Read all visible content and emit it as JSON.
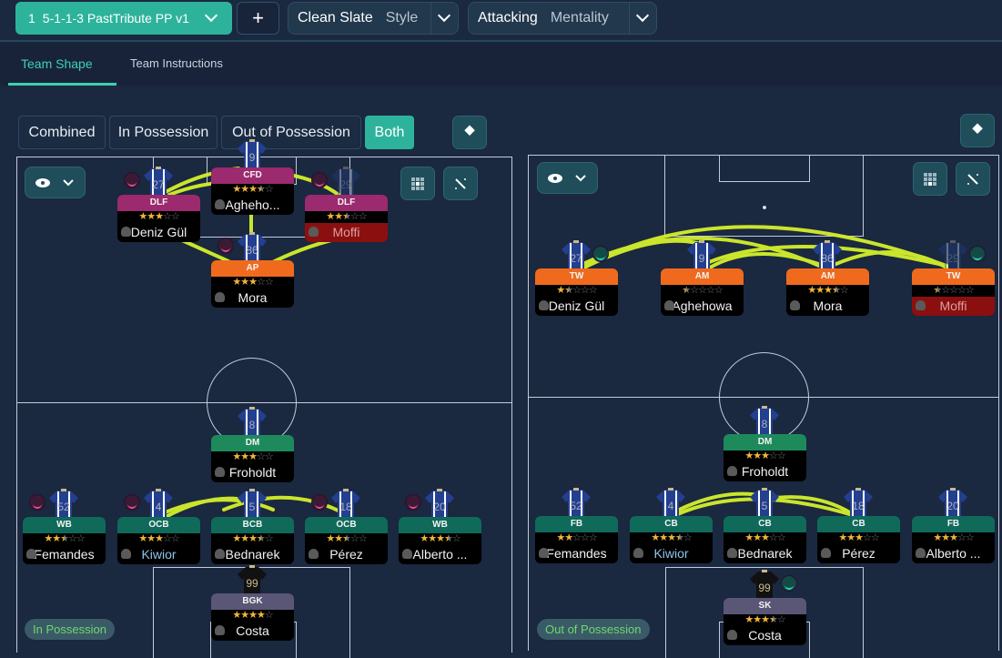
{
  "header": {
    "tactic": {
      "slot": "1",
      "name": "5-1-1-3 PastTribute PP v1"
    },
    "add_label": "+",
    "style": {
      "value": "Clean Slate",
      "label": "Style"
    },
    "mentality": {
      "value": "Attacking",
      "label": "Mentality"
    }
  },
  "tabs": [
    {
      "label": "Team Shape",
      "active": true
    },
    {
      "label": "Team Instructions",
      "active": false
    }
  ],
  "view_modes": [
    {
      "label": "Combined"
    },
    {
      "label": "In Possession"
    },
    {
      "label": "Out of Possession"
    },
    {
      "label": "Both",
      "active": true
    }
  ],
  "colors": {
    "accent": "#2db39c",
    "link": "#d4f02a",
    "role_attack": "#9b2a6e",
    "role_am": "#f06a1e",
    "role_dm": "#1e8a5c",
    "role_def": "#0f6a5a",
    "role_gk": "#5a5676"
  },
  "pitches": [
    {
      "label": "In Possession",
      "players": [
        {
          "number": "9",
          "role": "CFD",
          "rating": 3.5,
          "name": "Agheho...",
          "group": "role_attack"
        },
        {
          "number": "27",
          "role": "DLF",
          "rating": 3,
          "name": "Deniz Gül",
          "group": "role_attack",
          "badge": "pink"
        },
        {
          "number": "29",
          "role": "DLF",
          "rating": 2.5,
          "name": "Moffi",
          "group": "role_attack",
          "badge": "pink",
          "unavailable": true
        },
        {
          "number": "86",
          "role": "AP",
          "rating": 3,
          "name": "Mora",
          "group": "role_am",
          "badge": "pink"
        },
        {
          "number": "8",
          "role": "DM",
          "rating": 3,
          "name": "Froholdt",
          "group": "role_dm"
        },
        {
          "number": "52",
          "role": "WB",
          "rating": 2.5,
          "name": "Femandes",
          "group": "role_def",
          "badge": "pink"
        },
        {
          "number": "4",
          "role": "OCB",
          "rating": 3,
          "name": "Kiwior",
          "group": "role_def",
          "badge": "pink",
          "highlight": true
        },
        {
          "number": "5",
          "role": "BCB",
          "rating": 3.5,
          "name": "Bednarek",
          "group": "role_def"
        },
        {
          "number": "18",
          "role": "OCB",
          "rating": 2.5,
          "name": "Pérez",
          "group": "role_def",
          "badge": "pink"
        },
        {
          "number": "20",
          "role": "WB",
          "rating": 3.5,
          "name": "Alberto ...",
          "group": "role_def",
          "badge": "pink"
        },
        {
          "number": "99",
          "role": "BGK",
          "rating": 4,
          "name": "Costa",
          "group": "role_gk",
          "gk": true
        }
      ]
    },
    {
      "label": "Out of Possession",
      "players": [
        {
          "number": "27",
          "role": "TW",
          "rating": 1.5,
          "name": "Deniz Gül",
          "group": "role_am",
          "badge": "teal"
        },
        {
          "number": "9",
          "role": "AM",
          "rating": 0.5,
          "name": "Aghehowa",
          "group": "role_am"
        },
        {
          "number": "86",
          "role": "AM",
          "rating": 3.5,
          "name": "Mora",
          "group": "role_am"
        },
        {
          "number": "29",
          "role": "TW",
          "rating": 0.5,
          "name": "Moffi",
          "group": "role_am",
          "badge": "teal",
          "unavailable": true
        },
        {
          "number": "8",
          "role": "DM",
          "rating": 3,
          "name": "Froholdt",
          "group": "role_dm"
        },
        {
          "number": "52",
          "role": "FB",
          "rating": 2,
          "name": "Femandes",
          "group": "role_def"
        },
        {
          "number": "4",
          "role": "CB",
          "rating": 3.5,
          "name": "Kiwior",
          "group": "role_def",
          "highlight": true
        },
        {
          "number": "5",
          "role": "CB",
          "rating": 3,
          "name": "Bednarek",
          "group": "role_def"
        },
        {
          "number": "18",
          "role": "CB",
          "rating": 3,
          "name": "Pérez",
          "group": "role_def"
        },
        {
          "number": "20",
          "role": "FB",
          "rating": 3,
          "name": "Alberto ...",
          "group": "role_def"
        },
        {
          "number": "99",
          "role": "SK",
          "rating": 3.5,
          "name": "Costa",
          "group": "role_gk",
          "gk": true,
          "badge": "teal"
        }
      ]
    }
  ]
}
